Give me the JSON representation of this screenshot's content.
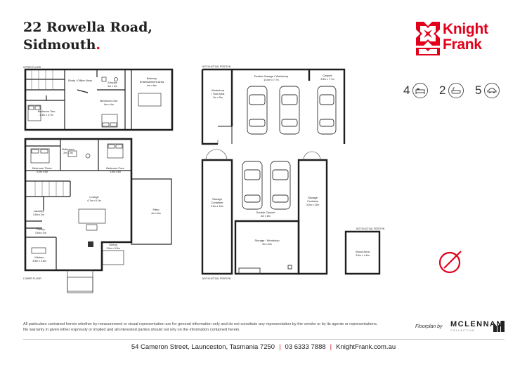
{
  "title": {
    "line1": "22 Rowella Road,",
    "line2": "Sidmouth",
    "dot": "."
  },
  "logo": {
    "line1": "Knight",
    "line2": "Frank",
    "color": "#e2001a"
  },
  "features": {
    "bedrooms": "4",
    "bathrooms": "2",
    "parking": "5"
  },
  "plans": {
    "upper_floor_label": "UPPER FLOOR",
    "lower_floor_label": "LOWER FLOOR",
    "not_actual_1": "NOT IN ACTUAL POSITION",
    "not_actual_2": "NOT IN ACTUAL POSITION",
    "not_actual_3": "NOT IN ACTUAL POSITION",
    "rooms": {
      "study": "Study / Office Nook",
      "ensuite": {
        "name": "Ensuite",
        "size": "3m x 2m"
      },
      "balcony": {
        "name": "Balcony",
        "name2": "Entertainment Area",
        "size": "4m x 6m"
      },
      "bedroom_two": {
        "name": "Bedroom Two",
        "size": "3.3m x 3.7m"
      },
      "bedroom_one": {
        "name": "Bedroom One",
        "size": "6m x 4m"
      },
      "bathroom": {
        "name": "Bathroom",
        "size": "2m x 3m"
      },
      "bedroom_three": {
        "name": "Bedroom Three",
        "size": "3.5m x 4m"
      },
      "bedroom_four": {
        "name": "Bedroom Four",
        "size": "3.5m x 4m"
      },
      "lounge": {
        "name": "Lounge",
        "size": "6.7m x 6.2m"
      },
      "laundry": {
        "name": "Laundry",
        "size": "3.5m x 2m"
      },
      "patio": {
        "name": "Patio",
        "size": "4m x 6m"
      },
      "pantry": {
        "name": "Pantry",
        "size": "3.5m x 2m"
      },
      "dining": {
        "name": "Dining",
        "size": "3.5m x 3.8m"
      },
      "kitchen": {
        "name": "Kitchen",
        "size": "3.5m x 3.6m"
      },
      "workshop_tool": {
        "name": "Workshop",
        "name2": "/ Tool Area",
        "size": "3m x 5m"
      },
      "double_garage": {
        "name": "Double Garage / Workshop",
        "size": "10.5m x 7.7m"
      },
      "carport": {
        "name": "Carport",
        "size": "3.5m x 7.7m"
      },
      "storage_left": {
        "name": "Storage",
        "name2": "Container",
        "size": "3.5m x 12m"
      },
      "storage_right": {
        "name": "Storage",
        "name2": "Containe",
        "size": "3.5m x 12m"
      },
      "double_carport": {
        "name": "Double Carport",
        "size": "6m x 8m"
      },
      "storage_workshop": {
        "name": "Storage / Workshop",
        "size": "9m x 6m"
      },
      "wood_area": {
        "name": "Wood Area",
        "size": "3.5m x 4.5m"
      }
    }
  },
  "disclaimer": {
    "line1": "All particulars contained herein whether by measurement or visual representation are for general information only and do not constitute any representation by the vendor or by its agents or representations.",
    "line2": "No warranty in given either expressly or implied and all interested parties should not rely on the information contained herein."
  },
  "floorplan_by": "Floorplan by",
  "mclennan": {
    "name": "MCLENNAN",
    "sub": "COLLECTIVE"
  },
  "footer": {
    "address": "54 Cameron Street, Launceston, Tasmania 7250",
    "phone": "03 6333 7888",
    "website": "KnightFrank.com.au"
  }
}
